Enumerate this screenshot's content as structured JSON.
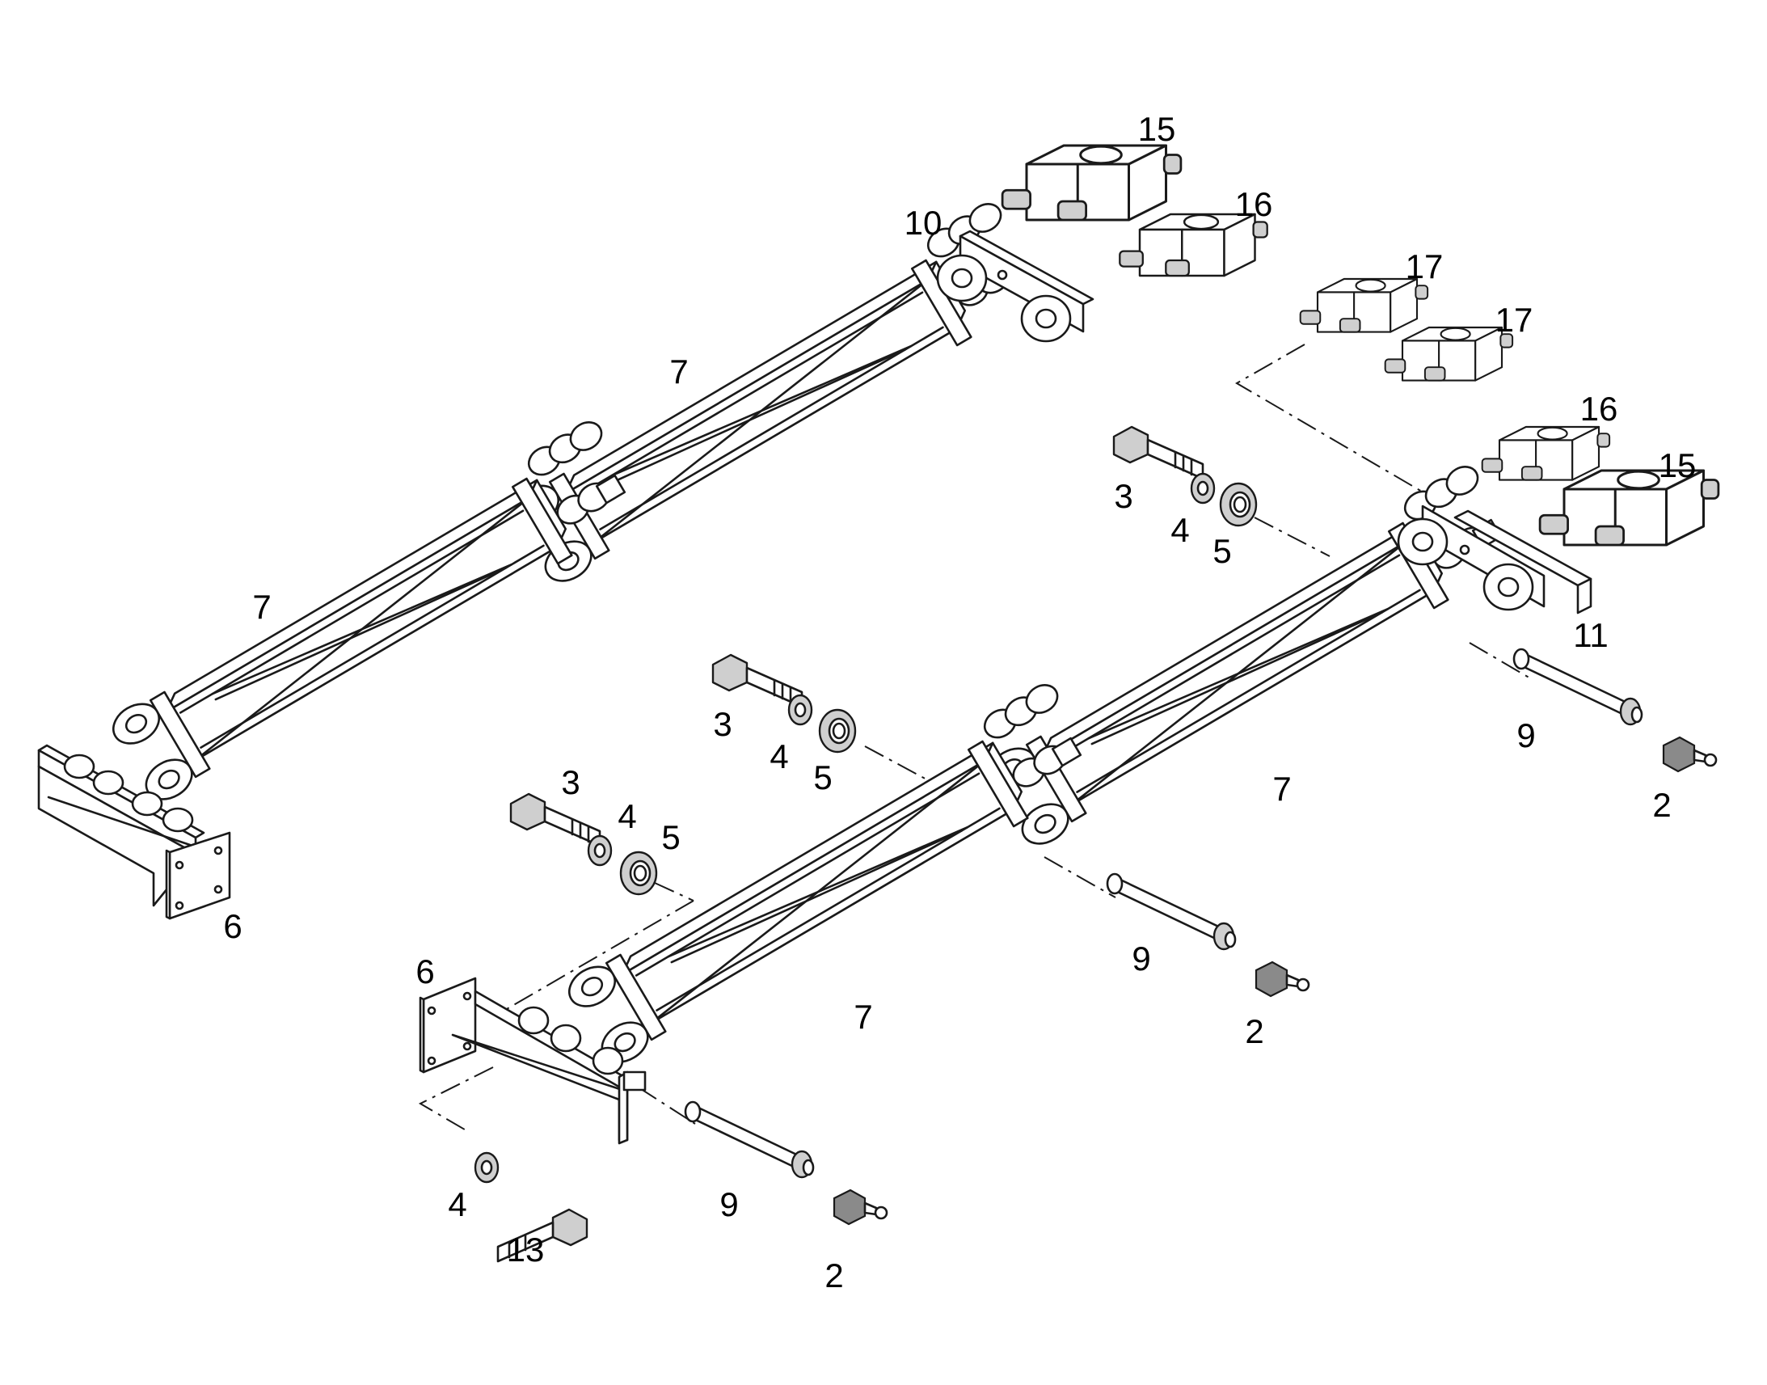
{
  "callouts": {
    "c15a": "15",
    "c16a": "16",
    "c10": "10",
    "c17a": "17",
    "c17b": "17",
    "c16b": "16",
    "c15b": "15",
    "c7a": "7",
    "c7b": "7",
    "c7c": "7",
    "c7d": "7",
    "c3a": "3",
    "c4a": "4",
    "c5a": "5",
    "c3b": "3",
    "c4b": "4",
    "c5b": "5",
    "c3c": "3",
    "c4c": "4",
    "c5c": "5",
    "c11": "11",
    "c9a": "9",
    "c2a": "2",
    "c9b": "9",
    "c2b": "2",
    "c6a": "6",
    "c6b": "6",
    "c4d": "4",
    "c13": "13",
    "c9c": "9",
    "c2c": "2"
  }
}
